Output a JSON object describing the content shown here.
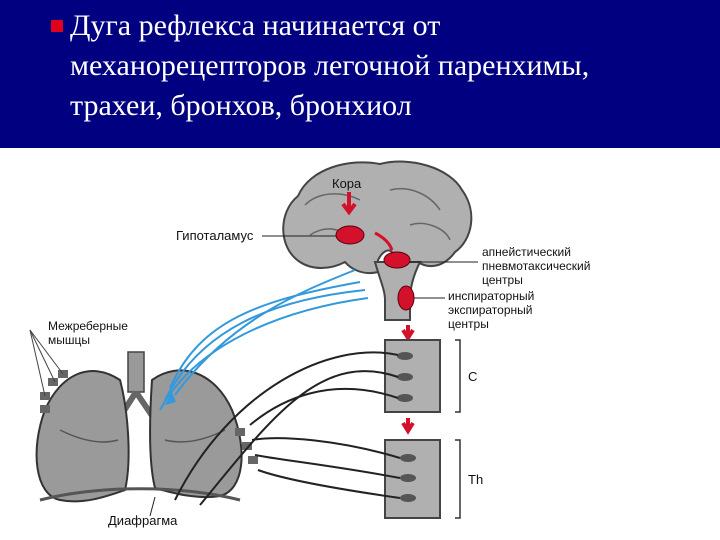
{
  "slide": {
    "bullet_color": "#e0001b",
    "header_bg": "#000080",
    "title_lines": [
      "Дуга рефлекса начинается от",
      "механорецепторов легочной паренхимы,",
      "трахеи, бронхов, бронхиол"
    ]
  },
  "diagram": {
    "labels": {
      "cortex": "Кора",
      "hypothalamus": "Гипоталамус",
      "center1": "апнейстический",
      "center2": "пневмотаксический",
      "center3": "центры",
      "center4": "инспираторный",
      "center5": "экспираторный",
      "center6": "центры",
      "muscles1": "Межреберные",
      "muscles2": "мышцы",
      "spine_c": "C",
      "spine_th": "Th",
      "diaphragm": "Диафрагма"
    }
  }
}
